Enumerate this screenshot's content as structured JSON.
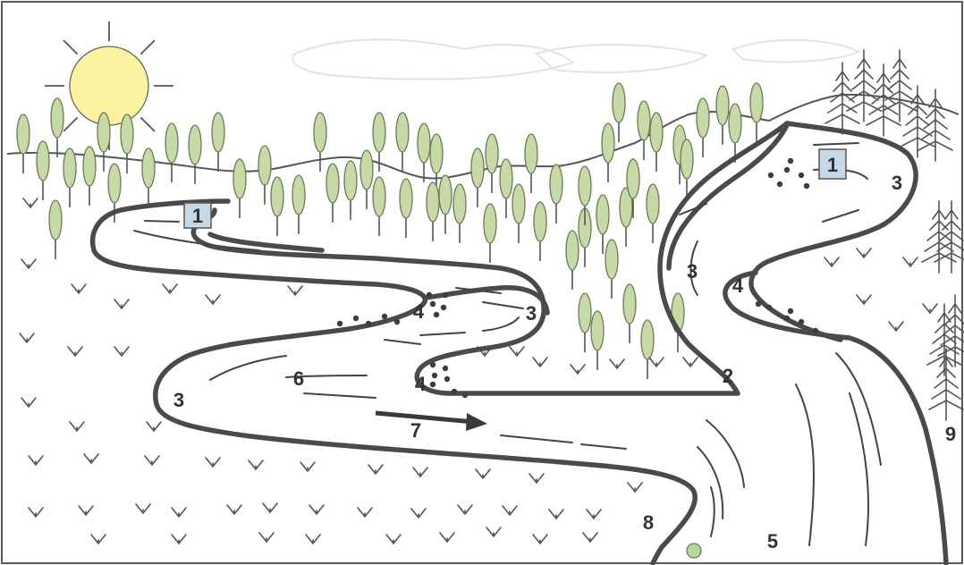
{
  "labels": {
    "settlement_left": "1",
    "settlement_right": "1",
    "bank_upper_right": "3",
    "bank_right_mid": "3",
    "bank_center": "3",
    "bank_left": "3",
    "bar_center": "4",
    "bar_lower_center": "4",
    "bar_right": "4",
    "channel_right": "2",
    "river_mouth": "5",
    "current": "6",
    "flow_arrow": "7",
    "bank_bottom": "8",
    "valley_edge": "9"
  },
  "colors": {
    "sun": "#fbf3a0",
    "tree": "#c8d9a8",
    "settlement_box": "#c5d9e6",
    "outline": "#4a4a4a"
  },
  "icons": {
    "sun": "sun-icon",
    "tree": "deciduous-tree-icon",
    "pine": "pine-tree-icon",
    "grass": "grass-tuft-icon",
    "settlement": "settlement-square-icon"
  }
}
